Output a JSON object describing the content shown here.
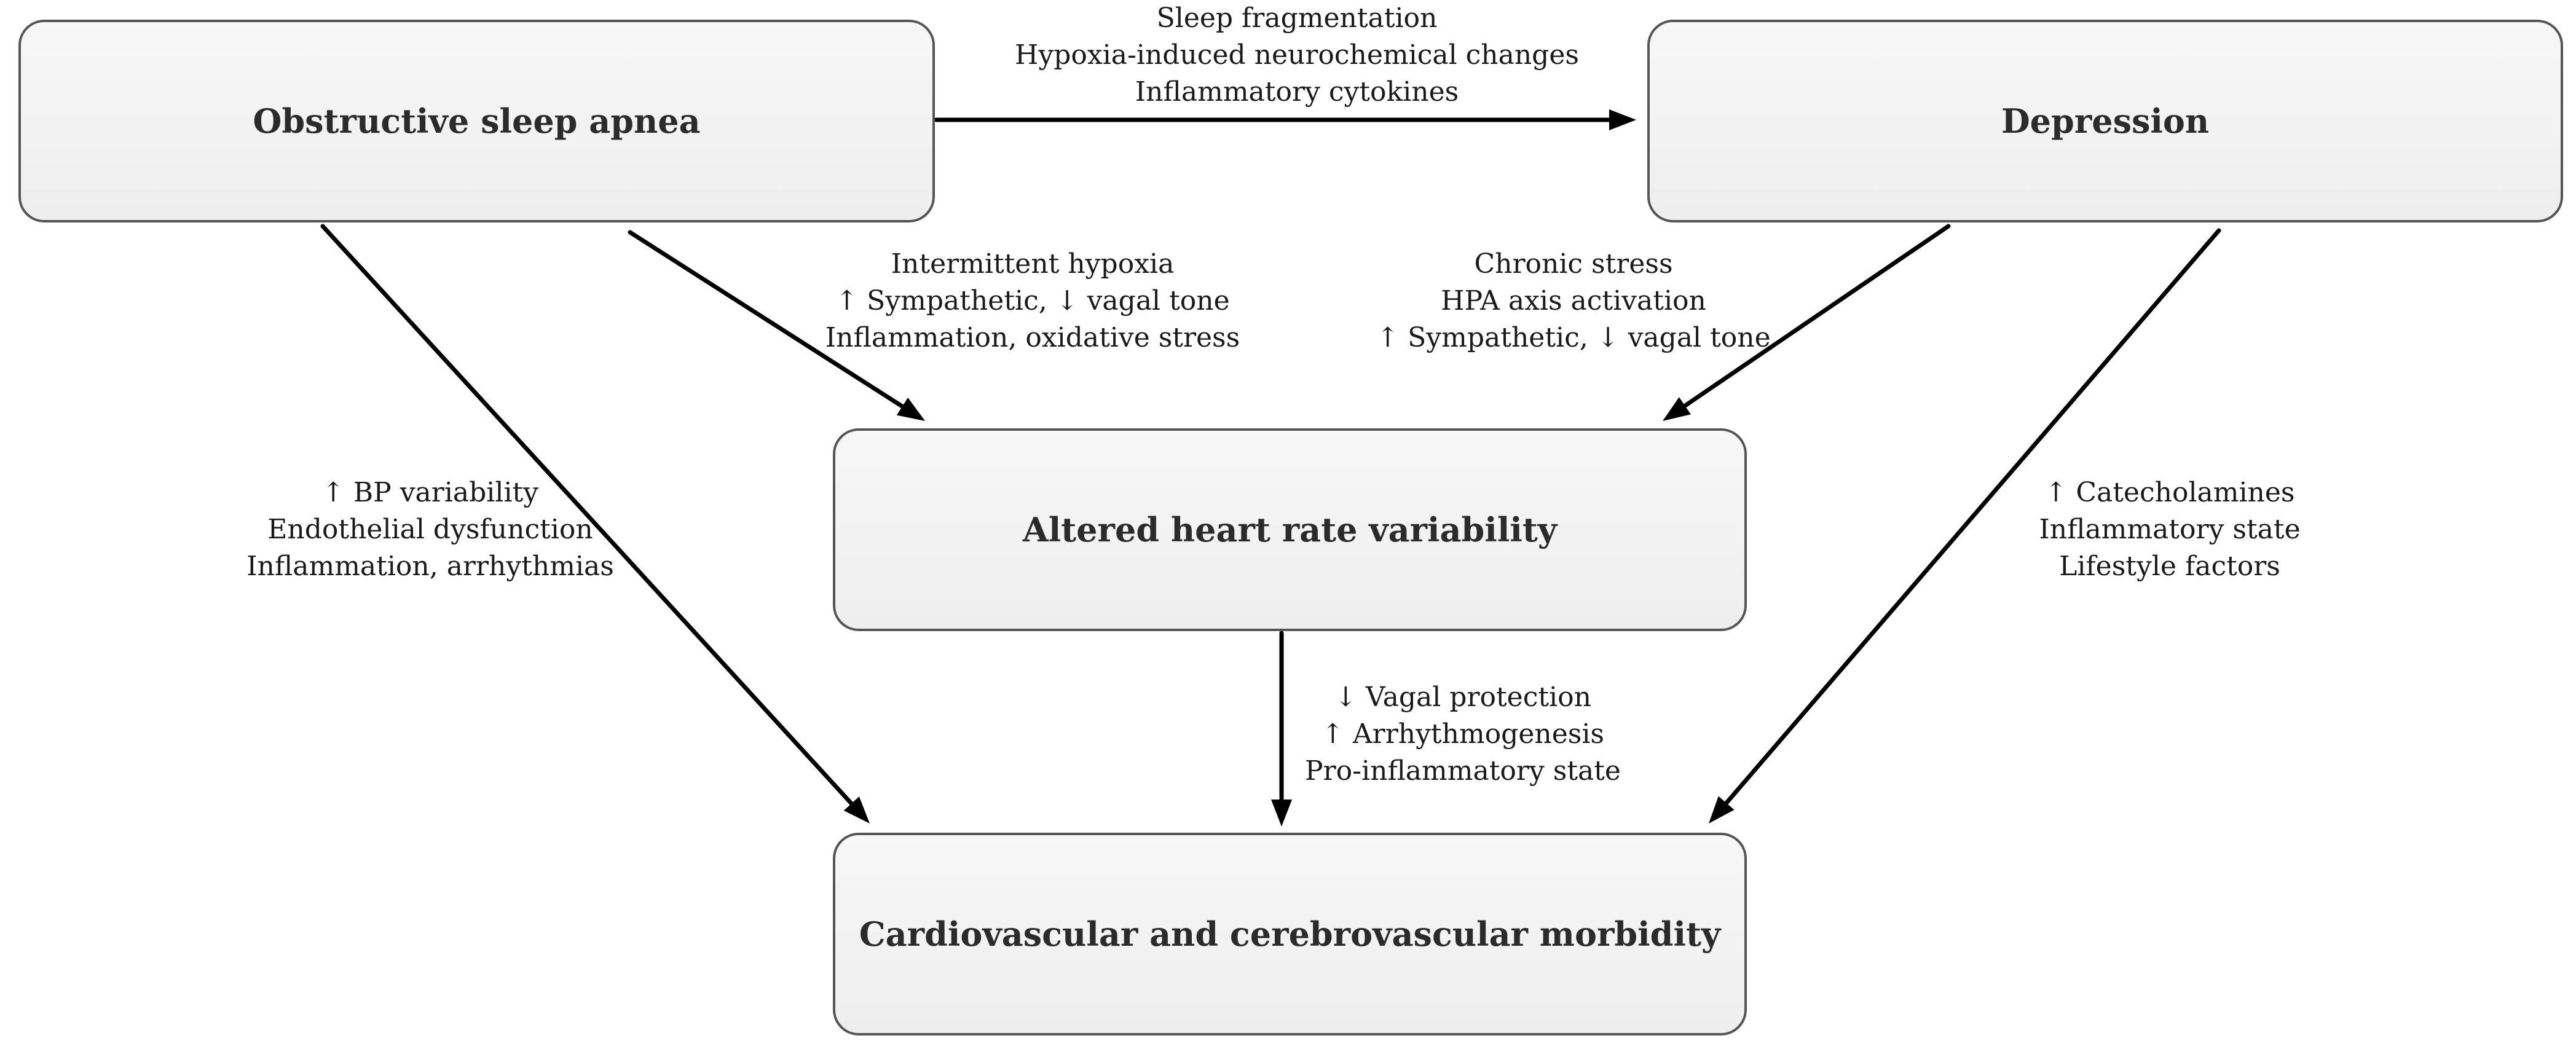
{
  "nodes": {
    "osa": "Obstructive sleep apnea",
    "depression": "Depression",
    "hrv": "Altered heart rate variability",
    "cvd": "Cardiovascular and cerebrovascular morbidity"
  },
  "edge_labels": {
    "osa_to_depression": [
      "Sleep fragmentation",
      "Hypoxia-induced neurochemical changes",
      "Inflammatory cytokines"
    ],
    "osa_to_hrv": [
      "Intermittent hypoxia",
      "↑ Sympathetic, ↓ vagal tone",
      "Inflammation, oxidative stress"
    ],
    "depression_to_hrv": [
      "Chronic stress",
      "HPA axis activation",
      "↑ Sympathetic, ↓ vagal tone"
    ],
    "osa_to_cvd": [
      "↑ BP variability",
      "Endothelial dysfunction",
      "Inflammation, arrhythmias"
    ],
    "depression_to_cvd": [
      "↑ Catecholamines",
      "Inflammatory state",
      "Lifestyle factors"
    ],
    "hrv_to_cvd": [
      "↓ Vagal protection",
      "↑ Arrhythmogenesis",
      "Pro-inflammatory state"
    ]
  },
  "colors": {
    "arrow": "#000000",
    "node_border": "#555555",
    "node_fill": "#f2f2f2",
    "text": "#1a1a1a"
  }
}
